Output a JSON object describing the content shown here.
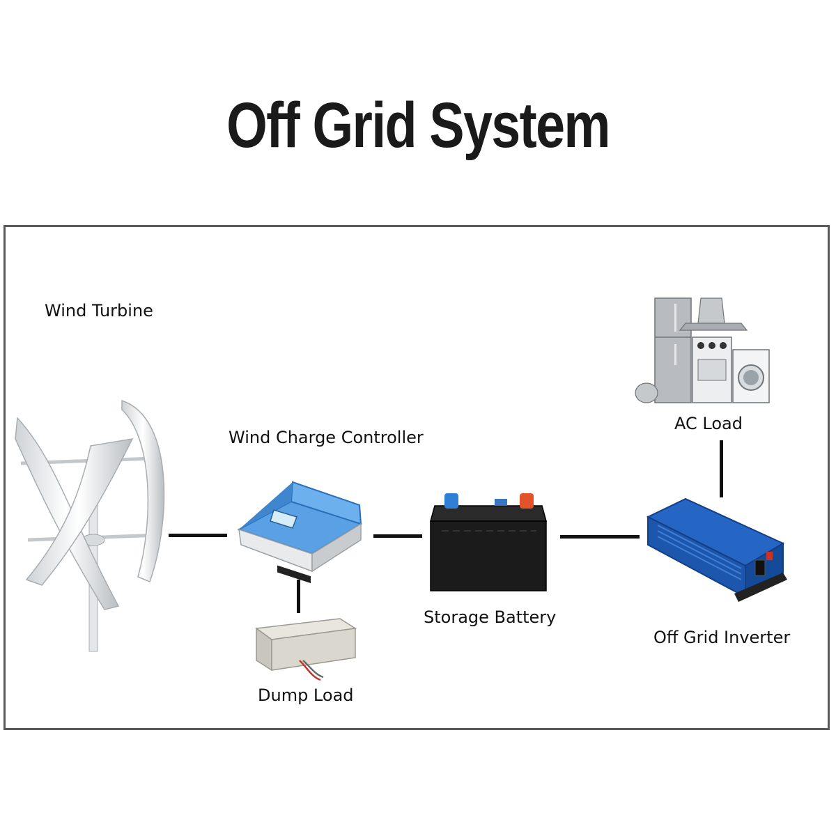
{
  "title": "Off Grid System",
  "components": {
    "wind_turbine": "Wind Turbine",
    "charge_controller": "Wind Charge Controller",
    "dump_load": "Dump Load",
    "storage_battery": "Storage Battery",
    "ac_load": "AC Load",
    "inverter": "Off Grid Inverter"
  },
  "colors": {
    "wire": "#111111",
    "controller_blue": "#4a90d9",
    "inverter_blue": "#1e5fb8",
    "battery_black": "#1b1b1b",
    "terminal_positive": "#e2522b",
    "terminal_negative": "#2f7fd6"
  }
}
